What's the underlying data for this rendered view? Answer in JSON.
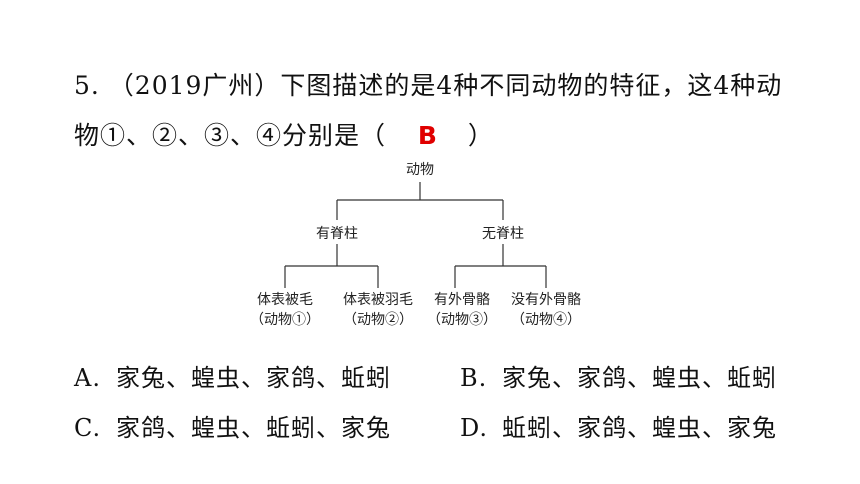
{
  "question": {
    "line1": "5. （2019广州）下图描述的是4种不同动物的特征，这4种动",
    "line2_prefix": "物①、②、③、④分别是（",
    "answer": "B",
    "line2_suffix": "）"
  },
  "diagram": {
    "root": "动物",
    "branch_left": "有脊柱",
    "branch_right": "无脊柱",
    "leaves": [
      {
        "feature": "体表被毛",
        "animal": "（动物①）"
      },
      {
        "feature": "体表被羽毛",
        "animal": "（动物②）"
      },
      {
        "feature": "有外骨骼",
        "animal": "（动物③）"
      },
      {
        "feature": "没有外骨骼",
        "animal": "（动物④）"
      }
    ]
  },
  "options": [
    {
      "letter": "A.",
      "text": "家兔、蝗虫、家鸽、蚯蚓"
    },
    {
      "letter": "B.",
      "text": "家兔、家鸽、蝗虫、蚯蚓"
    },
    {
      "letter": "C.",
      "text": "家鸽、蝗虫、蚯蚓、家兔"
    },
    {
      "letter": "D.",
      "text": "蚯蚓、家鸽、蝗虫、家兔"
    }
  ]
}
